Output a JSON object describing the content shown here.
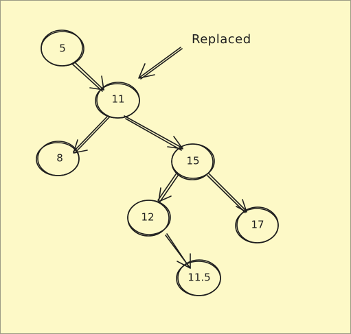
{
  "background": "#fdf9c7",
  "ink": "#1e1e1e",
  "annotation": {
    "text": "Replaced"
  },
  "nodes": [
    {
      "id": "n5",
      "label": "5"
    },
    {
      "id": "n11",
      "label": "11"
    },
    {
      "id": "n8",
      "label": "8"
    },
    {
      "id": "n15",
      "label": "15"
    },
    {
      "id": "n12",
      "label": "12"
    },
    {
      "id": "n17",
      "label": "17"
    },
    {
      "id": "n11_5",
      "label": "11.5"
    }
  ],
  "edges": [
    {
      "from": "n5",
      "to": "n11"
    },
    {
      "from": "n11",
      "to": "n8"
    },
    {
      "from": "n11",
      "to": "n15"
    },
    {
      "from": "n15",
      "to": "n12"
    },
    {
      "from": "n15",
      "to": "n17"
    },
    {
      "from": "n12",
      "to": "n11_5"
    }
  ]
}
